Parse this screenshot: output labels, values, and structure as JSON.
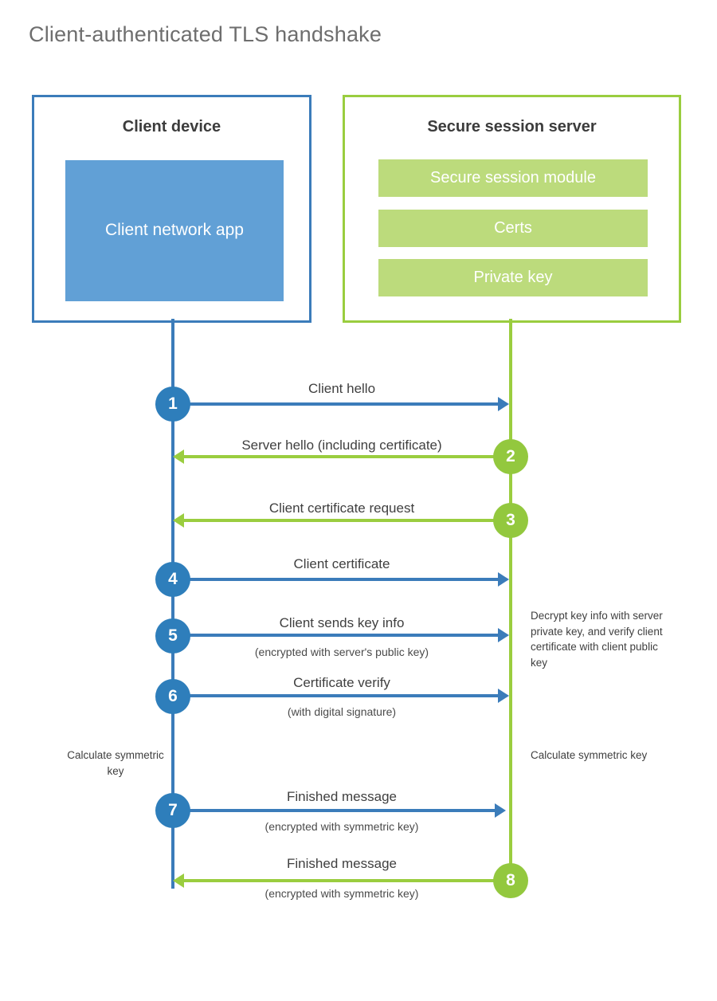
{
  "title": "Client-authenticated TLS handshake",
  "colors": {
    "blue_border": "#3b7cba",
    "blue_fill": "#61a0d6",
    "blue_circle": "#2e7ebb",
    "green_border": "#9acd3f",
    "green_fill": "#bcdb7c",
    "green_circle": "#93c83e",
    "title_text": "#6e6e6e"
  },
  "client": {
    "title": "Client device",
    "app_label": "Client network app"
  },
  "server": {
    "title": "Secure session server",
    "modules": [
      {
        "label": "Secure session module"
      },
      {
        "label": "Certs"
      },
      {
        "label": "Private key"
      }
    ]
  },
  "steps": [
    {
      "number": "1",
      "label": "Client hello",
      "sublabel": "",
      "direction": "client-to-server",
      "color": "blue"
    },
    {
      "number": "2",
      "label": "Server hello (including certificate)",
      "sublabel": "",
      "direction": "server-to-client",
      "color": "green"
    },
    {
      "number": "3",
      "label": "Client certificate request",
      "sublabel": "",
      "direction": "server-to-client",
      "color": "green"
    },
    {
      "number": "4",
      "label": "Client certificate",
      "sublabel": "",
      "direction": "client-to-server",
      "color": "blue"
    },
    {
      "number": "5",
      "label": "Client sends key info",
      "sublabel": "(encrypted with server's public key)",
      "direction": "client-to-server",
      "color": "blue"
    },
    {
      "number": "6",
      "label": "Certificate verify",
      "sublabel": "(with digital signature)",
      "direction": "client-to-server",
      "color": "blue"
    },
    {
      "number": "7",
      "label": "Finished message",
      "sublabel": "(encrypted with symmetric key)",
      "direction": "client-to-server",
      "color": "blue"
    },
    {
      "number": "8",
      "label": "Finished message",
      "sublabel": "(encrypted with symmetric key)",
      "direction": "server-to-client",
      "color": "green"
    }
  ],
  "notes": {
    "server_decrypt": "Decrypt key info with server private key, and verify client certificate with client public key",
    "client_calculate": "Calculate symmetric key",
    "server_calculate": "Calculate symmetric key"
  }
}
